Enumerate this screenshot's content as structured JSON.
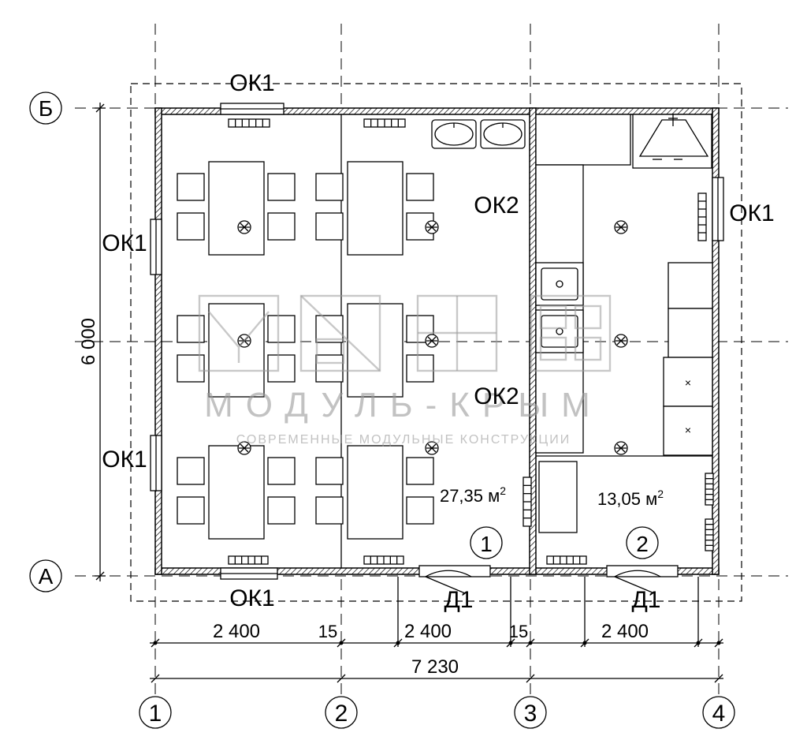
{
  "axes": {
    "letters": [
      "Б",
      "А"
    ],
    "numbers": [
      "1",
      "2",
      "3",
      "4"
    ]
  },
  "windows": {
    "top": "ОК1",
    "left_upper": "ОК1",
    "left_lower": "ОК1",
    "right": "ОК1",
    "bottom": "ОК1",
    "interior_upper": "ОК2",
    "interior_lower": "ОК2"
  },
  "doors": [
    "Д1",
    "Д1"
  ],
  "dimensions": {
    "height": "6 000",
    "segment_1": "2 400",
    "gap_1": "15",
    "segment_2": "2 400",
    "gap_2": "15",
    "segment_3": "2 400",
    "total": "7 230"
  },
  "rooms": [
    {
      "number": "1",
      "area_value": "27,35 м",
      "area_sup": "2"
    },
    {
      "number": "2",
      "area_value": "13,05 м",
      "area_sup": "2"
    }
  ],
  "watermark": {
    "brand": "МОДУЛЬ-КРЫМ",
    "tagline": "СОВРЕМЕННЫЕ МОДУЛЬНЫЕ КОНСТРУКЦИИ"
  }
}
